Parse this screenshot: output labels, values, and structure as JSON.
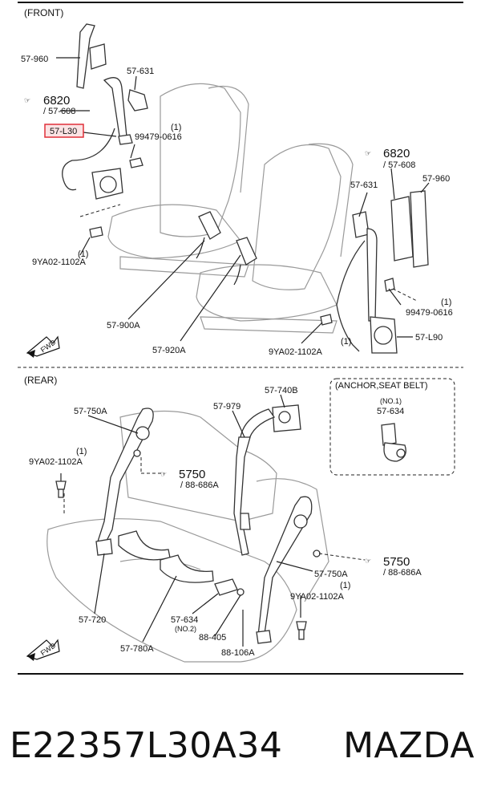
{
  "sections": {
    "front": "(FRONT)",
    "rear": "(REAR)",
    "anchor": "(ANCHOR,SEAT BELT)"
  },
  "front_labels": {
    "l_57960_left": "57-960",
    "l_57631_left": "57-631",
    "l_6820_left": "6820",
    "l_57608_left": "/ 57-608",
    "l_57L30": "57-L30",
    "l_1_a": "(1)",
    "l_99479_left": "99479-0616",
    "l_1_b": "(1)",
    "l_9YA02_left": "9YA02-1102A",
    "l_57900A": "57-900A",
    "l_57920A": "57-920A",
    "l_6820_right": "6820",
    "l_57608_right": "/ 57-608",
    "l_57631_right": "57-631",
    "l_57960_right": "57-960",
    "l_1_c": "(1)",
    "l_99479_right": "99479-0616",
    "l_1_d": "(1)",
    "l_9YA02_right": "9YA02-1102A",
    "l_57L90": "57-L90"
  },
  "rear_labels": {
    "l_57740B": "57-740B",
    "l_57979": "57-979",
    "l_57750A_top": "57-750A",
    "l_1_e": "(1)",
    "l_9YA02_rl": "9YA02-1102A",
    "l_5750_left": "5750",
    "l_88686A_left": "/ 88-686A",
    "l_no1": "(NO.1)",
    "l_57634_anchor": "57-634",
    "l_5750_right": "5750",
    "l_88686A_right": "/ 88-686A",
    "l_57750A_right": "57-750A",
    "l_1_f": "(1)",
    "l_9YA02_rr": "9YA02-1102A",
    "l_57720": "57-720",
    "l_57780A": "57-780A",
    "l_57634": "57-634",
    "l_no2": "(NO.2)",
    "l_88405": "88-405",
    "l_88106A": "88-106A"
  },
  "fwd": {
    "front": "FWD",
    "rear": "FWD"
  },
  "caption": {
    "part_number": "E22357L30A34",
    "brand": "MAZDA"
  },
  "colors": {
    "highlight": "#e0303a",
    "highlight_fill": "#fbe3e4"
  }
}
